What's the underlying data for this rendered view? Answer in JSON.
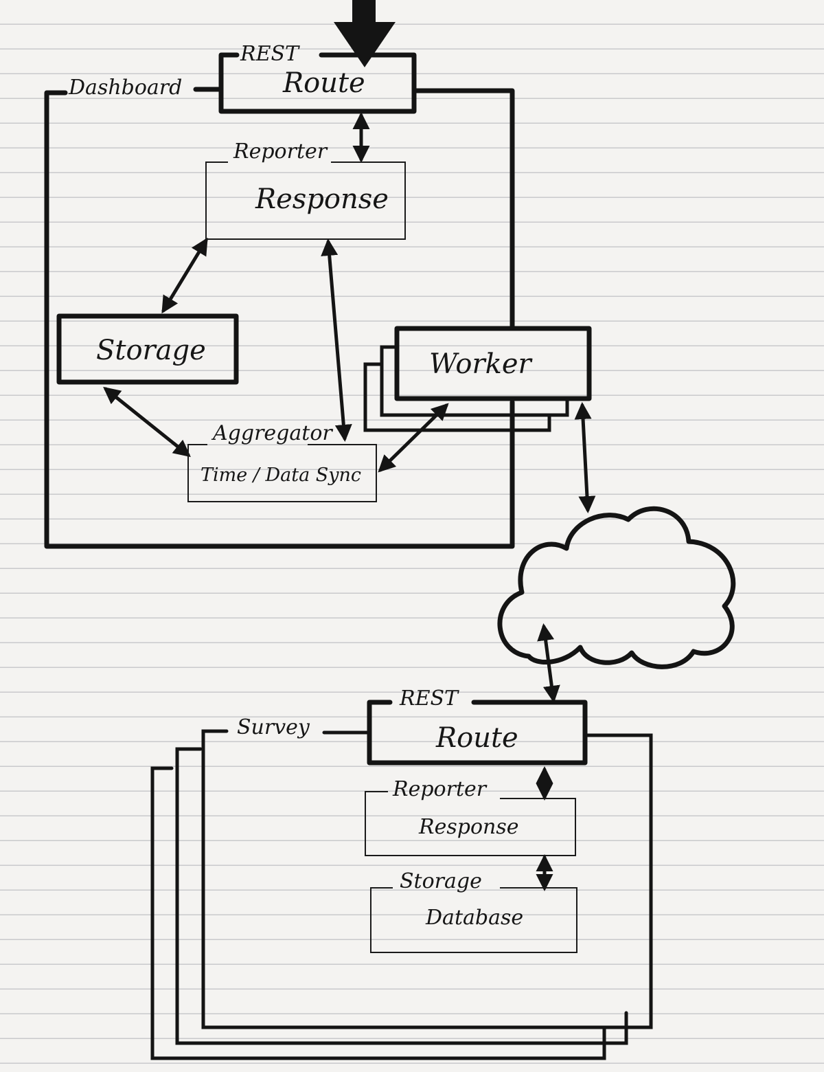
{
  "top_block": {
    "label": "Dashboard",
    "route": {
      "tag": "REST",
      "name": "Route"
    },
    "response": {
      "tag": "Reporter",
      "name": "Response"
    },
    "storage": {
      "name": "Storage"
    },
    "worker": {
      "name": "Worker"
    },
    "sync": {
      "tag": "Aggregator",
      "name": "Time / Data  Sync"
    }
  },
  "bottom_block": {
    "label": "Survey",
    "route": {
      "tag": "REST",
      "name": "Route"
    },
    "response": {
      "tag": "Reporter",
      "name": "Response"
    },
    "database": {
      "tag": "Storage",
      "name": "Database"
    }
  }
}
